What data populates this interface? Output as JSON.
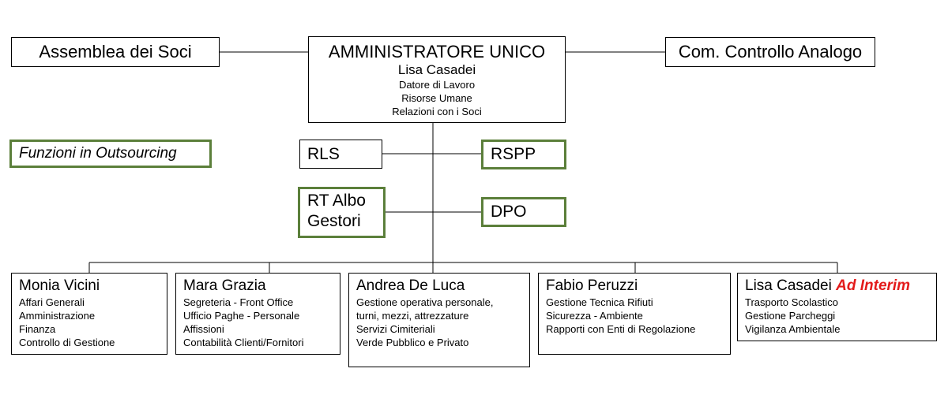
{
  "assemblea": "Assemblea dei Soci",
  "controllo": "Com. Controllo Analogo",
  "amministratore": {
    "title": "AMMINISTRATORE UNICO",
    "name": "Lisa Casadei",
    "roles": [
      "Datore di Lavoro",
      "Risorse Umane",
      "Relazioni con i Soci"
    ]
  },
  "outsourcing_legend": "Funzioni in Outsourcing",
  "staff": {
    "rls": "RLS",
    "rspp": "RSPP",
    "rt_albo_line1": "RT Albo",
    "rt_albo_line2": "Gestori",
    "dpo": "DPO"
  },
  "departments": [
    {
      "name": "Monia Vicini",
      "items": [
        "Affari Generali",
        "Amministrazione",
        "Finanza",
        "Controllo di Gestione"
      ]
    },
    {
      "name": "Mara Grazia",
      "items": [
        "Segreteria - Front Office",
        "Ufficio Paghe - Personale",
        "Affissioni",
        "Contabilità Clienti/Fornitori"
      ]
    },
    {
      "name": "Andrea De Luca",
      "items": [
        "Gestione operativa personale,",
        "turni, mezzi, attrezzature",
        "Servizi Cimiteriali",
        "Verde Pubblico e Privato"
      ]
    },
    {
      "name": "Fabio Peruzzi",
      "items": [
        "Gestione Tecnica Rifiuti",
        "Sicurezza - Ambiente",
        "Rapporti con Enti di Regolazione"
      ]
    },
    {
      "name": "Lisa Casadei",
      "suffix": "Ad Interim",
      "items": [
        "Trasporto Scolastico",
        "Gestione Parcheggi",
        "Vigilanza Ambientale"
      ]
    }
  ],
  "colors": {
    "outsourcing_border": "#5b7f3a",
    "ad_interim": "#e31b1b"
  }
}
